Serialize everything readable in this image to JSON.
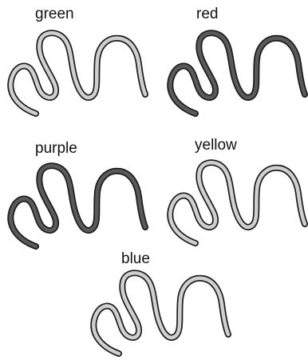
{
  "worms": [
    {
      "label": "green",
      "shade": "light"
    },
    {
      "label": "red",
      "shade": "dark"
    },
    {
      "label": "purple",
      "shade": "dark"
    },
    {
      "label": "yellow",
      "shade": "light"
    },
    {
      "label": "blue",
      "shade": "light"
    }
  ],
  "colors": {
    "outline": "#1a1a1a",
    "light_fill": "#cfcfcf",
    "dark_fill": "#5a5a5a"
  }
}
